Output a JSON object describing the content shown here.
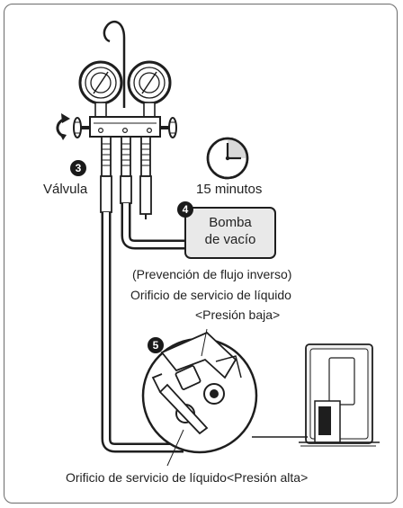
{
  "labels": {
    "valve": "Válvula",
    "time": "15 minutos",
    "pump_line1": "Bomba",
    "pump_line2": "de vacío",
    "prevention": "(Prevención de flujo inverso)",
    "liquid_port": "Orificio de servicio de líquido",
    "low_pressure": "<Presión baja>",
    "high_pressure_port": "Orificio de servicio de líquido<Presión alta>"
  },
  "steps": {
    "step3": "3",
    "step4": "4",
    "step5": "5"
  },
  "colors": {
    "line": "#1e1e1e",
    "hose_fill": "#ffffff",
    "pump_fill": "#e9e9e9",
    "badge": "#1a1a1a",
    "clock_shade": "#d9d9d9",
    "unit_fill": "#f1f1f1"
  },
  "icons": {
    "gauge": "pressure-gauge-icon",
    "clock": "clock-icon",
    "pump": "vacuum-pump-icon",
    "outdoor_unit": "outdoor-unit-icon"
  }
}
